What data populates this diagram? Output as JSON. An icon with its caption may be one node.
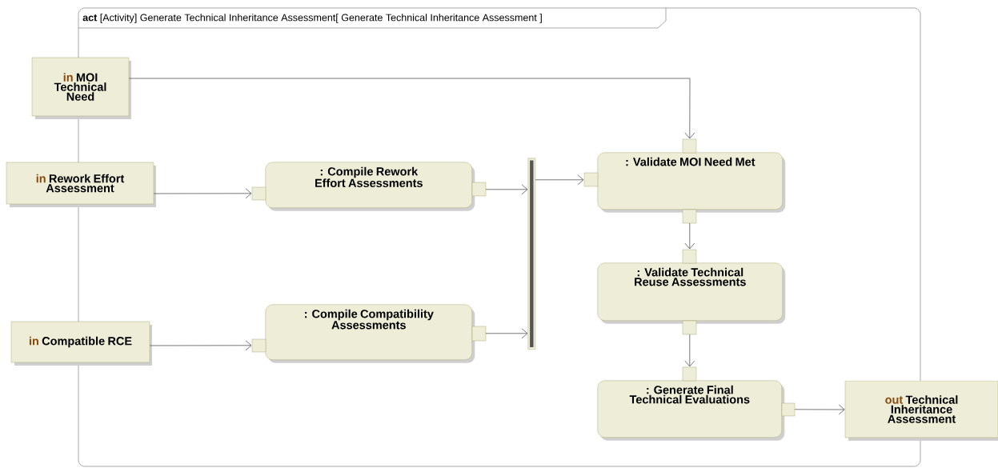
{
  "diagram": {
    "nodes": [
      {
        "text": [
          "act",
          "[Activity] Generate Technical Inheritance Assessment[ Generate Technical Inheritance Assessment ]"
        ]
      },
      {
        "text": [
          "in",
          "MOI Technical Need"
        ]
      },
      {
        "text": [
          "in",
          "Rework Effort Assessment"
        ]
      },
      {
        "text": [
          "in",
          "Compatible RCE"
        ]
      },
      {
        "text": [
          ": Compile Rework Effort Assessments"
        ],
        "in": 0
      },
      {
        "text": [
          ": Compile Compatibility Assessments"
        ],
        "in": 0
      },
      {
        "text": [],
        "shape": "bar",
        "in": 0
      },
      {
        "text": [
          ": Validate MOI Need Met"
        ],
        "in": 0
      },
      {
        "text": [
          ": Validate Technical Reuse Assessments"
        ],
        "in": 0
      },
      {
        "text": [
          ": Generate Final Technical Evaluations"
        ],
        "in": 0
      },
      {
        "text": [
          "out",
          "Technical Inheritance Assessment"
        ]
      }
    ],
    "edges": [
      {
        "from": 1,
        "to": 7,
        "arrow": "to"
      },
      {
        "from": 2,
        "to": 4,
        "arrow": "to"
      },
      {
        "from": 3,
        "to": 5,
        "arrow": "to"
      },
      {
        "from": 4,
        "to": 6,
        "arrow": "to"
      },
      {
        "from": 5,
        "to": 6,
        "arrow": "to"
      },
      {
        "from": 6,
        "to": 7,
        "arrow": "to"
      },
      {
        "from": 7,
        "to": 8,
        "arrow": "to"
      },
      {
        "from": 8,
        "to": 9,
        "arrow": "to"
      },
      {
        "from": 9,
        "to": 10,
        "arrow": "to"
      }
    ]
  }
}
